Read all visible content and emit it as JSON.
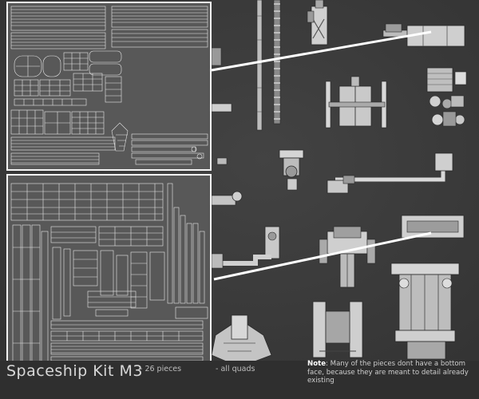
{
  "footer": {
    "title": "Spaceship Kit M3",
    "pieces": "- 26 pieces",
    "quads": "- all quads",
    "note_label": "Note",
    "note_text": ": Many of the pieces dont have a bottom face, because they are meant to detail already existing"
  },
  "colors": {
    "background": "#3b3b3b",
    "uv_panel": "#585858",
    "uv_lines": "#e6e6e6",
    "highlight": "#ffffff",
    "model_light": "#d9d9d9",
    "model_dark": "#5a5a5a"
  }
}
